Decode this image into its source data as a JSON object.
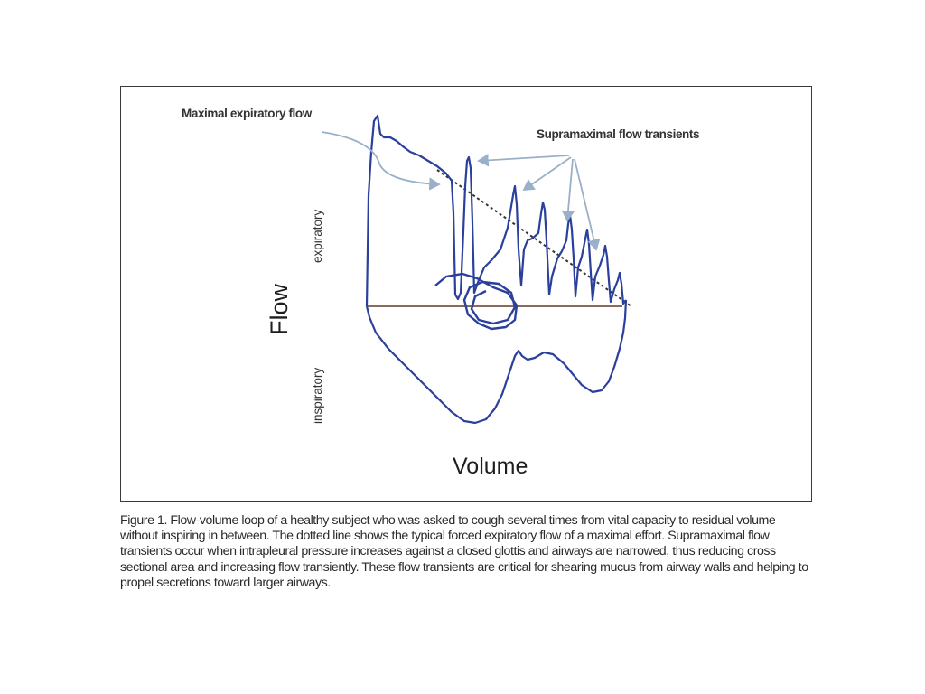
{
  "figure": {
    "labels": {
      "maximal_expiratory_flow": "Maximal expiratory flow",
      "supramaximal_flow_transients": "Supramaximal flow transients",
      "flow_axis": "Flow",
      "expiratory": "expiratory",
      "inspiratory": "inspiratory",
      "volume_axis": "Volume"
    },
    "colors": {
      "trace": "#2b3f9c",
      "baseline": "#8a6a5a",
      "dotted_line": "#333333",
      "annotation_arrow": "#9ab0c8",
      "label_text": "#333333"
    }
  },
  "caption": {
    "text": "Figure 1. Flow-volume loop of a healthy subject who was asked to cough several times from vital capacity to residual volume without inspiring in between. The dotted line shows the typical forced expiratory flow of a maximal effort. Supramaximal flow transients occur when intrapleural pressure increases against a closed glottis and airways are narrowed, thus reducing cross sectional area and increasing flow transiently. These flow transients are critical for shearing mucus from airway walls and helping to propel secretions toward larger airways."
  }
}
